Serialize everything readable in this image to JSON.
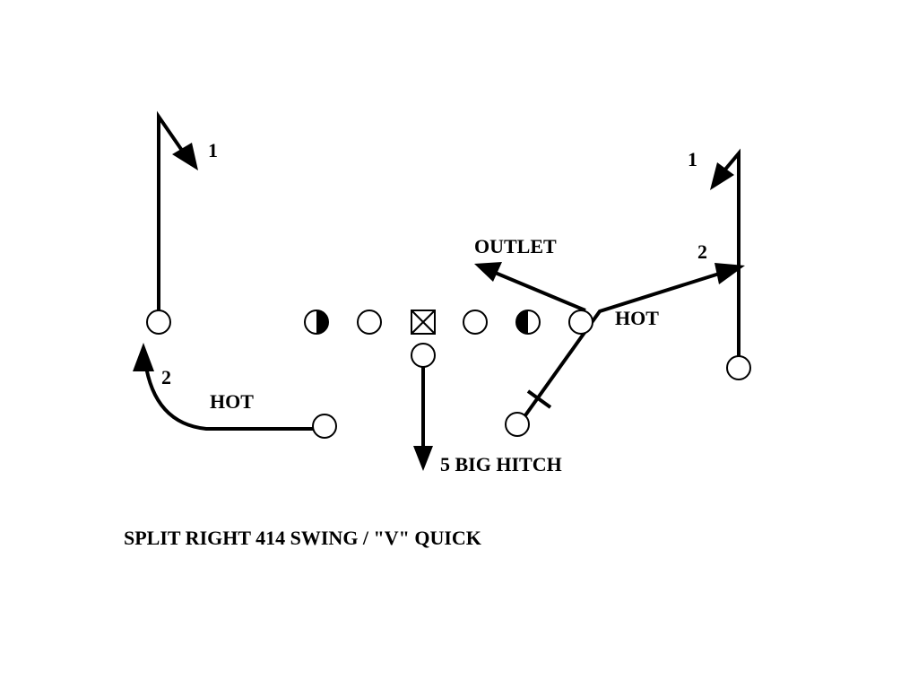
{
  "title": "SPLIT RIGHT 414 SWING / \"V\" QUICK",
  "labels": {
    "left_route_1": "1",
    "left_route_2": "2",
    "left_hot": "HOT",
    "right_route_1": "1",
    "right_route_2": "2",
    "outlet": "OUTLET",
    "right_hot": "HOT",
    "center_route": "5 BIG HITCH"
  },
  "colors": {
    "ink": "#000000",
    "background": "#ffffff"
  }
}
